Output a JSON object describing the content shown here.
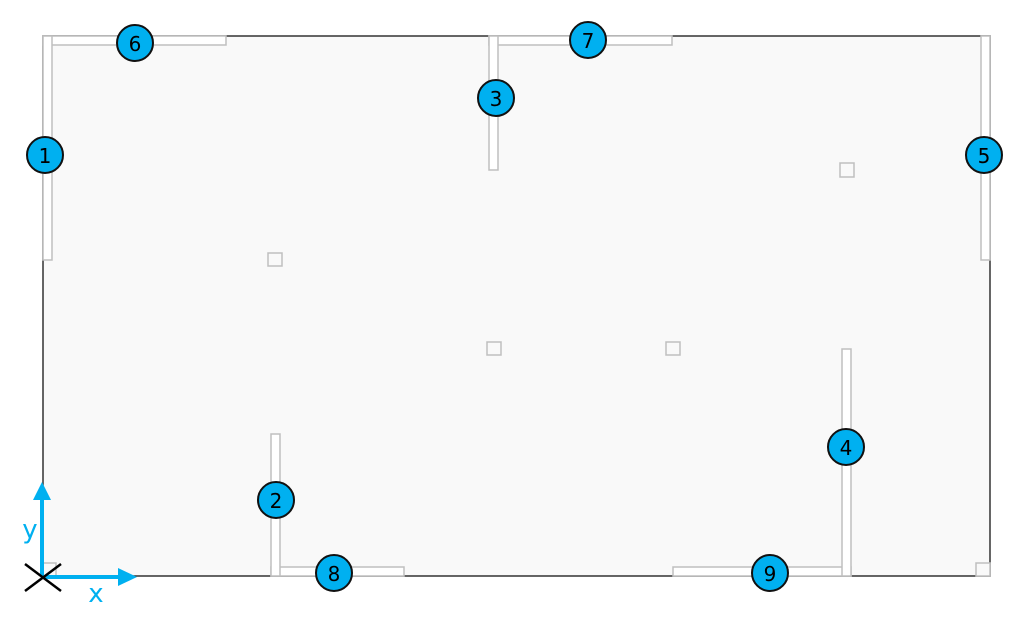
{
  "colors": {
    "room_fill": "#f9f9f9",
    "room_border": "#333333",
    "marker_fill": "#00b0f0",
    "axis": "#00b0f0",
    "wall_stroke": "#bfbfbf"
  },
  "axes": {
    "x_label": "x",
    "y_label": "y"
  },
  "markers": [
    {
      "id": "1",
      "label": "1"
    },
    {
      "id": "2",
      "label": "2"
    },
    {
      "id": "3",
      "label": "3"
    },
    {
      "id": "4",
      "label": "4"
    },
    {
      "id": "5",
      "label": "5"
    },
    {
      "id": "6",
      "label": "6"
    },
    {
      "id": "7",
      "label": "7"
    },
    {
      "id": "8",
      "label": "8"
    },
    {
      "id": "9",
      "label": "9"
    }
  ]
}
